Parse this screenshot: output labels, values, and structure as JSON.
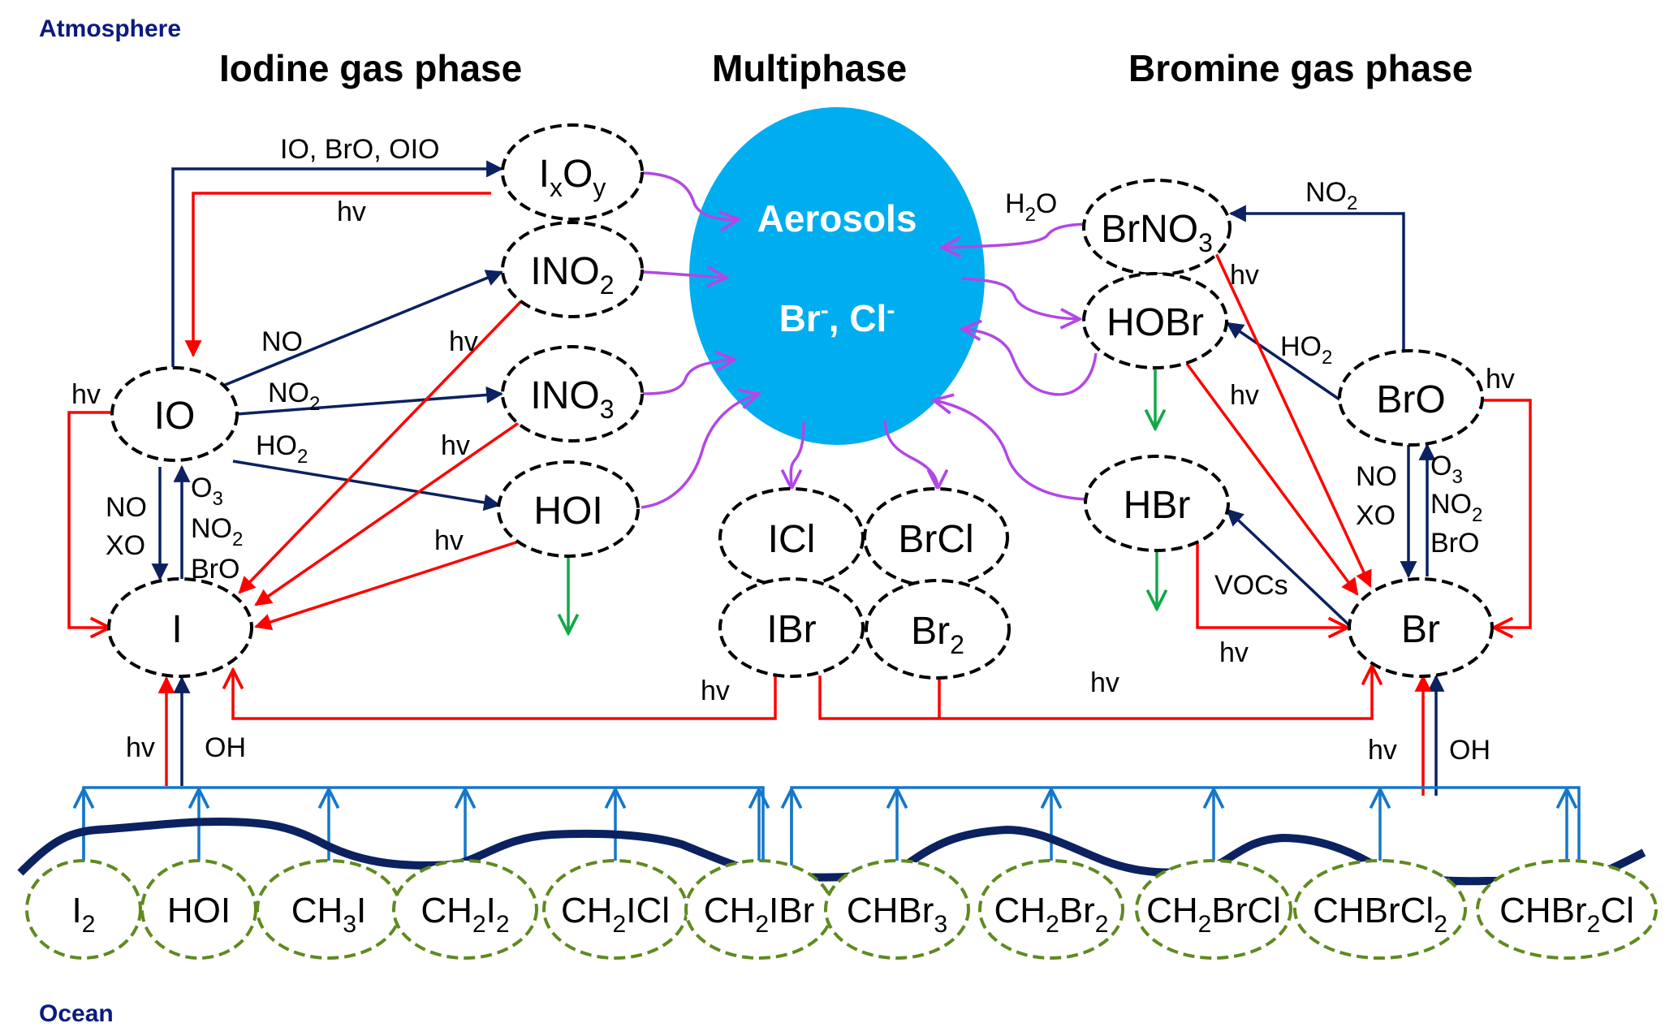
{
  "zones": {
    "atmosphere": "Atmosphere",
    "ocean": "Ocean"
  },
  "headers": {
    "iodine": "Iodine gas phase",
    "multiphase": "Multiphase",
    "bromine": "Bromine gas phase"
  },
  "colors": {
    "aerosol": "#00aeef",
    "reaction": "#0b2160",
    "photolysis": "#ff0000",
    "multiphase": "#b347e6",
    "deposition": "#12a84a",
    "emission": "#1577c8",
    "ocean_species": "#5f8a1e"
  },
  "aerosol": {
    "line1": "Aerosols",
    "line2_main": "Br",
    "line2_sup": "-",
    "line2_sep": ", Cl",
    "line2_sup2": "-"
  },
  "iodine_nodes": {
    "io": "IO",
    "i": "I",
    "ixoy": {
      "base": "I",
      "sub1": "x",
      "mid": "O",
      "sub2": "y"
    },
    "ino2": {
      "base": "INO",
      "sub": "2"
    },
    "ino3": {
      "base": "INO",
      "sub": "3"
    },
    "hoi": "HOI"
  },
  "multiphase_nodes": {
    "icl": "ICl",
    "brcl": "BrCl",
    "ibr": "IBr",
    "br2": {
      "base": "Br",
      "sub": "2"
    }
  },
  "bromine_nodes": {
    "brno3": {
      "base": "BrNO",
      "sub": "3"
    },
    "hobr": "HOBr",
    "hbr": "HBr",
    "bro": "BrO",
    "br": "Br"
  },
  "reaction_labels": {
    "io_to_ixoy": "IO, BrO, OIO",
    "ixoy_hv": "hv",
    "io_no": "NO",
    "io_no2": {
      "base": "NO",
      "sub": "2"
    },
    "io_ho2": {
      "base": "HO",
      "sub": "2"
    },
    "ino2_hv": "hv",
    "ino3_hv": "hv",
    "hoi_hv": "hv",
    "io_hv": "hv",
    "io_down_1": "NO",
    "io_down_2": "XO",
    "i_up_1": {
      "base": "O",
      "sub": "3"
    },
    "i_up_2": {
      "base": "NO",
      "sub": "2"
    },
    "i_up_3": "BrO",
    "i_source_hv": "hv",
    "i_source_oh": "OH",
    "ibr_hv": "hv",
    "br2_hv": "hv",
    "brno3_h2o": {
      "pre": "H",
      "sub": "2",
      "post": "O"
    },
    "bro_no2": {
      "base": "NO",
      "sub": "2"
    },
    "brno3_hv": "hv",
    "bro_ho2": {
      "base": "HO",
      "sub": "2"
    },
    "hobr_hv": "hv",
    "bro_hv": "hv",
    "br_down_1": "NO",
    "br_down_2": "XO",
    "br_up_1": {
      "base": "O",
      "sub": "3"
    },
    "br_up_2": {
      "base": "NO",
      "sub": "2"
    },
    "br_up_3": "BrO",
    "hbr_vocs": "VOCs",
    "hbr_hv": "hv",
    "br_source_hv": "hv",
    "br_source_oh": "OH"
  },
  "ocean_species": [
    {
      "base": "I",
      "sub": "2",
      "rest": ""
    },
    {
      "base": "HOI",
      "sub": "",
      "rest": ""
    },
    {
      "base": "CH",
      "sub": "3",
      "rest": "I"
    },
    {
      "base": "CH",
      "sub": "2",
      "rest": "I",
      "sub2": "2"
    },
    {
      "base": "CH",
      "sub": "2",
      "rest": "ICl"
    },
    {
      "base": "CH",
      "sub": "2",
      "rest": "IBr"
    },
    {
      "base": "CHBr",
      "sub": "3",
      "rest": ""
    },
    {
      "base": "CH",
      "sub": "2",
      "rest": "Br",
      "sub2": "2"
    },
    {
      "base": "CH",
      "sub": "2",
      "rest": "BrCl"
    },
    {
      "base": "CHBrCl",
      "sub": "2",
      "rest": ""
    },
    {
      "base": "CHBr",
      "sub": "2",
      "rest": "Cl"
    }
  ]
}
